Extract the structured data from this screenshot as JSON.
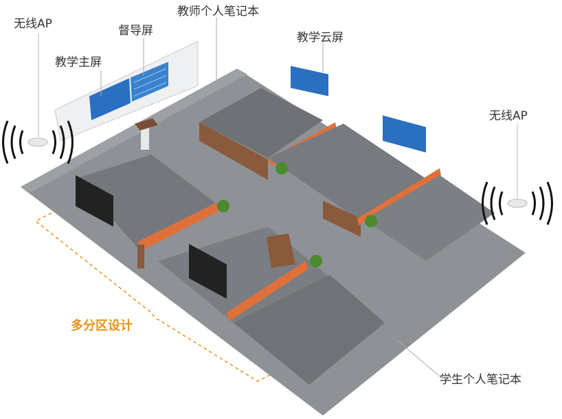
{
  "labels": {
    "ap_left": "无线AP",
    "supervision_screen": "督导屏",
    "teacher_laptop": "教师个人笔记本",
    "main_screen": "教学主屏",
    "cloud_screen": "教学云屏",
    "ap_right": "无线AP",
    "zone_design": "多分区设计",
    "student_laptop": "学生个人笔记本"
  },
  "colors": {
    "floor": "#8e9296",
    "desk_wood": "#8a5a3c",
    "desk_accent": "#e0703a",
    "screen_blue": "#2a6fc0",
    "zone_orange": "#e8921c"
  }
}
